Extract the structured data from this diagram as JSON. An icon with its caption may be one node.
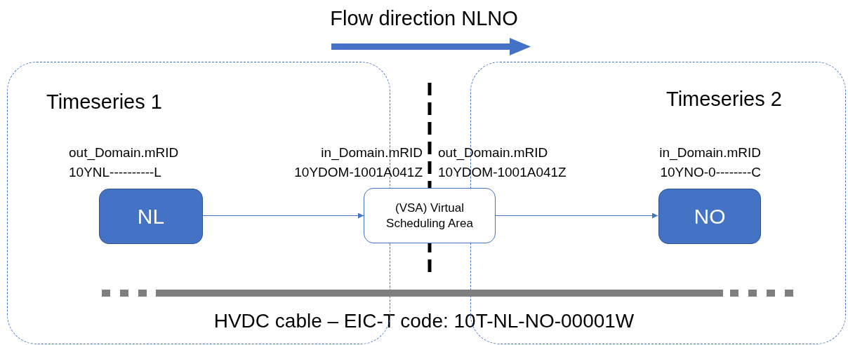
{
  "diagram": {
    "title": "Flow direction NLNO",
    "nodes": [
      {
        "text": [
          "Timeseries 1"
        ]
      },
      {
        "text": [
          "NL"
        ],
        "in": 0,
        "beside": [
          "out_Domain.mRID 10YNL----------L"
        ]
      },
      {
        "text": [
          "(VSA) Virtual Scheduling Area"
        ],
        "beside": [
          "in_Domain.mRID 10YDOM-1001A041Z",
          "out_Domain.mRID 10YDOM-1001A041Z"
        ]
      },
      {
        "text": [
          "Timeseries 2"
        ]
      },
      {
        "text": [
          "NO"
        ],
        "in": 3,
        "beside": [
          "in_Domain.mRID 10YNO-0--------C"
        ]
      }
    ],
    "edges": [
      {
        "from": 1,
        "to": 2,
        "arrow": "to"
      },
      {
        "from": 2,
        "to": 4,
        "arrow": "to"
      }
    ],
    "labels": [
      "HVDC cable – EIC-T code: 10T-NL-NO-00001W"
    ]
  }
}
